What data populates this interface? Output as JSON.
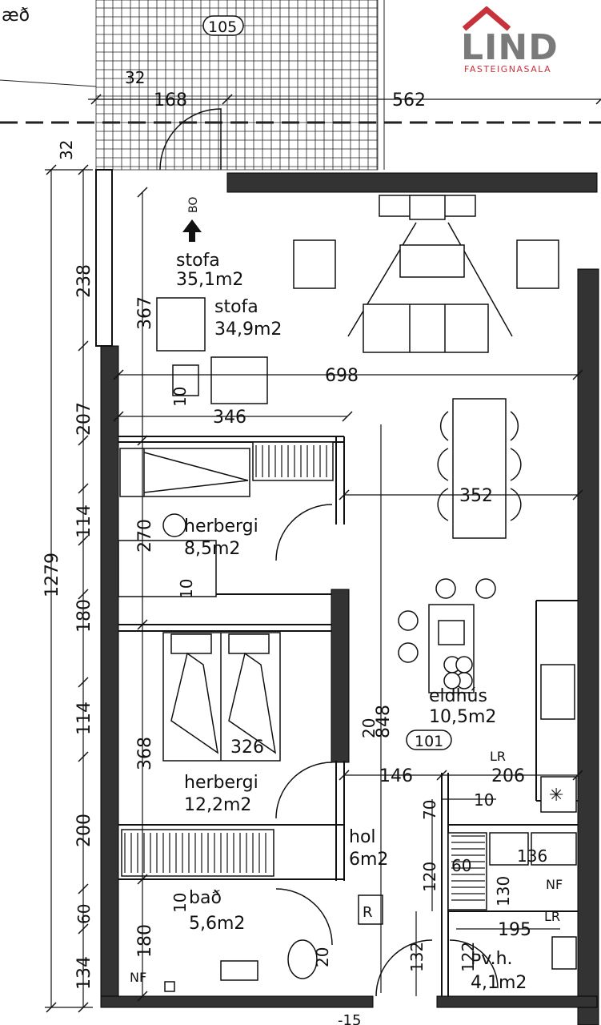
{
  "logo": {
    "word": "LIND",
    "sub": "FASTEIGNASALA",
    "red": "#c8323a",
    "grey": "#7a7a7a"
  },
  "labels": {
    "top_left": "æð",
    "unit_top": "105",
    "unit_main": "101",
    "north": "BO"
  },
  "rooms": [
    {
      "name": "stofa",
      "area": "35,1m2"
    },
    {
      "name": "stofa",
      "area": "34,9m2"
    },
    {
      "name": "herbergi",
      "area": "8,5m2"
    },
    {
      "name": "eldhús",
      "area": "10,5m2"
    },
    {
      "name": "herbergi",
      "area": "12,2m2"
    },
    {
      "name": "hol",
      "area": "6m2"
    },
    {
      "name": "bað",
      "area": "5,6m2"
    },
    {
      "name": "Þv.h.",
      "area": "4,1m2"
    }
  ],
  "marks": {
    "lr1": "LR",
    "lr2": "LR",
    "nf1": "NF",
    "nf2": "NF",
    "r": "R"
  },
  "dims": {
    "d32a": "32",
    "d168": "168",
    "d562": "562",
    "d32b": "32",
    "d238": "238",
    "d367": "367",
    "d698": "698",
    "d207": "207",
    "d10a": "10",
    "d346": "346",
    "d352": "352",
    "d114a": "114",
    "d270": "270",
    "d1279": "1279",
    "d10b": "10",
    "d180a": "180",
    "d114b": "114",
    "d848": "848",
    "d20a": "20",
    "d326": "326",
    "d368": "368",
    "d146": "146",
    "d206": "206",
    "d70": "70",
    "d10c": "10",
    "d200": "200",
    "d120": "120",
    "d60a": "60",
    "d136": "136",
    "d130": "130",
    "d10d": "10",
    "d60b": "60",
    "d195": "195",
    "d180b": "180",
    "d20b": "20",
    "d132": "132",
    "d122": "122",
    "d134": "134",
    "d15": "-15"
  }
}
